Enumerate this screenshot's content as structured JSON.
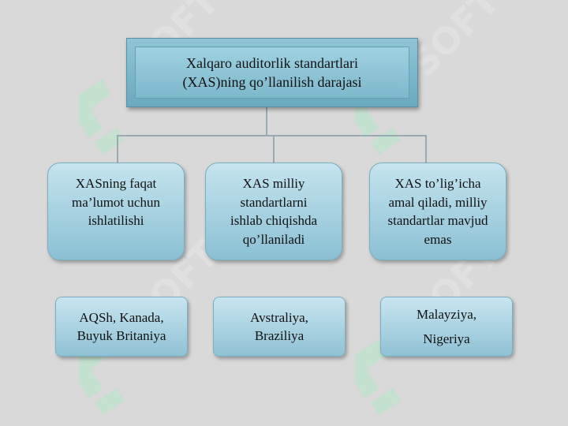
{
  "diagram": {
    "root": {
      "line1": "Xalqaro auditorlik standartlari",
      "line2": "(XAS)ning qo’llanilish darajasi"
    },
    "branches": [
      {
        "lines": [
          "XASning faqat",
          "ma’lumot uchun",
          "ishlatilishi"
        ],
        "examples": [
          "AQSh, Kanada,",
          "Buyuk Britaniya"
        ]
      },
      {
        "lines": [
          "XAS milliy",
          "standartlarni",
          "ishlab chiqishda",
          "qo’llaniladi"
        ],
        "examples": [
          "Avstraliya,",
          "Braziliya"
        ]
      },
      {
        "lines": [
          "XAS to’lig’icha",
          "amal qiladi, milliy",
          "standartlar mavjud",
          "emas"
        ],
        "examples": [
          "Malayziya,",
          "Nigeriya"
        ]
      }
    ]
  },
  "watermark": {
    "text": "SOFT",
    "color": "#7fd7a8"
  }
}
